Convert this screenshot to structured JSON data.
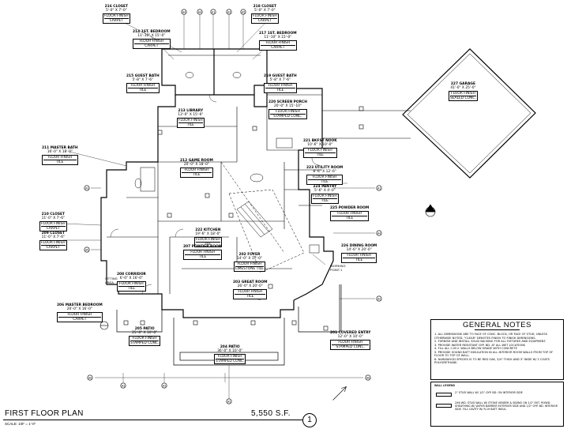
{
  "rooms": [
    {
      "key": "closet216",
      "name": "216 CLOSET",
      "dims": "5'-0\" X 7'-0\"",
      "finish_label": "FLOOR FINISH",
      "finish": "CARPET"
    },
    {
      "key": "closet218",
      "name": "218 CLOSET",
      "dims": "5'-0\" X 7'-0\"",
      "finish_label": "FLOOR FINISH",
      "finish": "CARPET"
    },
    {
      "key": "bed214",
      "name": "214 1ST. BEDROOM",
      "dims": "11'-10\" X 15'-0\"",
      "finish_label": "FLOOR FINISH",
      "finish": "CARPET"
    },
    {
      "key": "bed217",
      "name": "217 1ST. BEDROOM",
      "dims": "11'-10\" X 15'-0\"",
      "finish_label": "FLOOR FINISH",
      "finish": "CARPET"
    },
    {
      "key": "bath215",
      "name": "215 GUEST BATH",
      "dims": "5'-8\" X 7'-6\"",
      "finish_label": "FLOOR FINISH",
      "finish": "TILE"
    },
    {
      "key": "bath219",
      "name": "219 GUEST BATH",
      "dims": "5'-8\" X 7'-6\"",
      "finish_label": "FLOOR FINISH",
      "finish": "TILE"
    },
    {
      "key": "porch220",
      "name": "220 SCREEN PORCH",
      "dims": "20'-0\" X 15'-10\"",
      "finish_label": "FLOOR FINISH",
      "finish": "STAMPED CONC."
    },
    {
      "key": "garage227",
      "name": "227 GARAGE",
      "dims": "41'-0\" X 25'-0\"",
      "finish_label": "FLOOR FINISH",
      "finish": "SEALED CONC."
    },
    {
      "key": "library213",
      "name": "213 LIBRARY",
      "dims": "13'-0\" X 15'-6\"",
      "finish_label": "FLOOR FINISH",
      "finish": "TILE"
    },
    {
      "key": "nook221",
      "name": "221 BKFST NOOK",
      "dims": "10'-6\" X 10'-0\"",
      "finish_label": "FLOOR FINISH",
      "finish": "TILE"
    },
    {
      "key": "mbath211",
      "name": "211 MASTER BATH",
      "dims": "16'-0\" X 18'-0\"",
      "finish_label": "FLOOR FINISH",
      "finish": "TILE"
    },
    {
      "key": "game212",
      "name": "212 GAME ROOM",
      "dims": "20'-0\" X 18'-0\"",
      "finish_label": "FLOOR FINISH",
      "finish": "TILE"
    },
    {
      "key": "utility223",
      "name": "223 UTILITY ROOM",
      "dims": "8'-6\" X 12'-6\"",
      "finish_label": "FLOOR FINISH",
      "finish": "TILE"
    },
    {
      "key": "pantry224",
      "name": "224 PANTRY",
      "dims": "5'-6\" X 4'-0\"",
      "finish_label": "FLOOR FINISH",
      "finish": "TILE"
    },
    {
      "key": "closet210",
      "name": "210 CLOSET",
      "dims": "11'-0\" X 7'-6\"",
      "finish_label": "FLOOR FINISH",
      "finish": "CARPET"
    },
    {
      "key": "closet209",
      "name": "209 CLOSET",
      "dims": "11'-0\" X 7'-6\"",
      "finish_label": "FLOOR FINISH",
      "finish": "CARPET"
    },
    {
      "key": "powder225",
      "name": "225 POWDER ROOM",
      "dims": "",
      "finish_label": "FLOOR FINISH",
      "finish": "TILE"
    },
    {
      "key": "kitchen222",
      "name": "222 KITCHEN",
      "dims": "19'-6\" X 18'-0\"",
      "finish_label": "FLOOR FINISH",
      "finish": "TILE"
    },
    {
      "key": "powder207",
      "name": "207 POWDER ROOM",
      "dims": "",
      "finish_label": "FLOOR FINISH",
      "finish": "TILE"
    },
    {
      "key": "dining226",
      "name": "226 DINING ROOM",
      "dims": "14'-6\" X 20'-0\"",
      "finish_label": "FLOOR FINISH",
      "finish": "TILE"
    },
    {
      "key": "corridor208",
      "name": "208 CORRIDOR",
      "dims": "6'-0\" X 16'-0\"",
      "finish_label": "FLOOR FINISH",
      "finish": "TILE"
    },
    {
      "key": "foyer202",
      "name": "202 FOYER",
      "dims": "14'-0\" X 17'-0\"",
      "finish_label": "FLOOR FINISH",
      "finish": "LIMESTONE TILE"
    },
    {
      "key": "great203",
      "name": "203 GREAT ROOM",
      "dims": "26'-0\" X 20'-0\"",
      "finish_label": "FLOOR FINISH",
      "finish": "TILE"
    },
    {
      "key": "mbed206",
      "name": "206 MASTER BEDROOM",
      "dims": "20'-0\" X 16'-0\"",
      "finish_label": "FLOOR FINISH",
      "finish": "CARPET"
    },
    {
      "key": "patio205",
      "name": "205 PATIO",
      "dims": "25'-0\" X 10'-0\"",
      "finish_label": "FLOOR FINISH",
      "finish": "STAMPED CONC."
    },
    {
      "key": "entry201",
      "name": "201 COVERED ENTRY",
      "dims": "12'-0\" X 10'-0\"",
      "finish_label": "FLOOR FINISH",
      "finish": "STAMPED CONC."
    },
    {
      "key": "patio204",
      "name": "204 PATIO",
      "dims": "36'-0\" X 10'-0\"",
      "finish_label": "FLOOR FINISH",
      "finish": "STAMPED CONC."
    }
  ],
  "labels": {
    "sitting_area": "SITTING AREA",
    "working_point": "WORKING POINT 1"
  },
  "markers": [
    "A4",
    "A4",
    "A1",
    "A3",
    "A5",
    "A3",
    "A5",
    "A1",
    "A4",
    "A2",
    "A6",
    "A6",
    "A3",
    "A3",
    "A2"
  ],
  "general_notes": {
    "title": "GENERAL NOTES",
    "items": [
      "1. ALL DIMENSIONS ARE TO FACE OF CONC. BLOCK, OR FACE OF STUD, UNLESS OTHERWISE NOTED. \"CLEAR\" DENOTES FINISH TO FINISH DIMENSIONS.",
      "2. FURNISH AND INSTALL SOLID BACKING FOR ALL FIXTURES AND EQUIPMENT.",
      "3. PROVIDE WATER RESISTANT GYP. BD. AT ALL WET LOCATIONS",
      "4. FILL ALL C.M.U. WALLS BELOW GRADE WITH CONCRETE",
      "5. PROVIDE SOUND BATT INSULATION IN ALL INTERIOR ROOM WALLS FROM TOP OF FLOOR TO TOP OF WALL.",
      "6. HARDWOOD SPECIES IS TO BE RED OAK, 3/4\" THICK AND 3\" WIDE W/ 2 COATS POLYURETHANE."
    ]
  },
  "wall_legend": {
    "title": "WALL LEGEND",
    "items": [
      "2\" STUD WALL W/ 1/2\" GYP. BD. ON INTERIOR SIDE",
      "2X6 WD. STUD WALL W/ STONE VENEER & SIDING ON 1/2\" EXT. PLYWD. SHEATHING W/ VAPOR BARRIER EXTERIOR SIDE AND 1/2\" GYP. BD. INTERIOR SIDE. FILL CAVITY W/ R-19 BATT INSUL."
    ]
  },
  "title_block": {
    "plan_title": "FIRST FLOOR PLAN",
    "scale": "SCALE: 1/8\" = 1'-0\"",
    "area": "5,550 S.F.",
    "sheet_number": "1"
  }
}
